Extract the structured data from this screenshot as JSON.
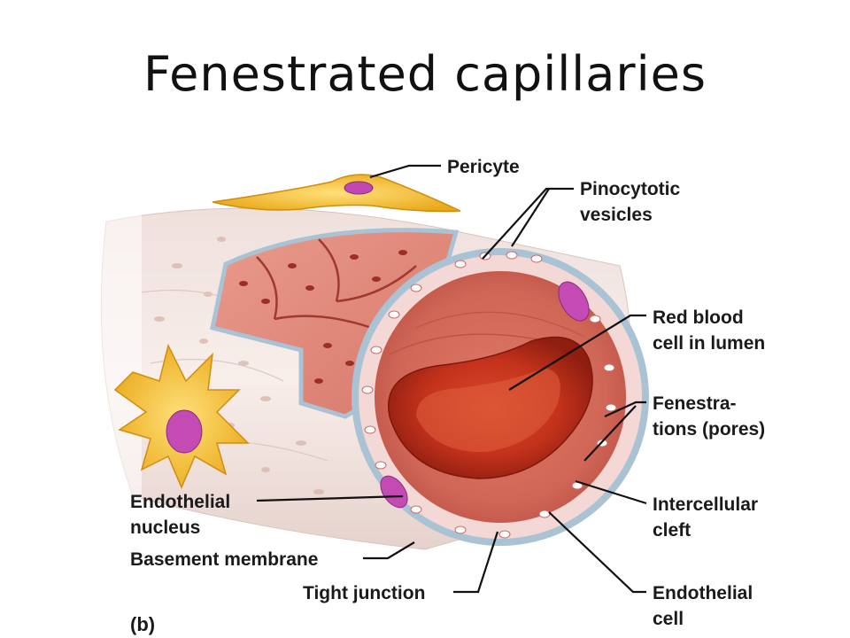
{
  "title": "Fenestrated capillaries",
  "panel_label": "(b)",
  "labels": {
    "pericyte": "Pericyte",
    "pinocytotic_1": "Pinocytotic",
    "pinocytotic_2": "vesicles",
    "rbc_1": "Red blood",
    "rbc_2": "cell in lumen",
    "fenestrations_1": "Fenestra-",
    "fenestrations_2": "tions (pores)",
    "intercellular_1": "Intercellular",
    "intercellular_2": "cleft",
    "endothelial_cell_1": "Endothelial",
    "endothelial_cell_2": "cell",
    "endothelial_nucleus_1": "Endothelial",
    "endothelial_nucleus_2": "nucleus",
    "basement_membrane": "Basement membrane",
    "tight_junction": "Tight junction"
  }
}
